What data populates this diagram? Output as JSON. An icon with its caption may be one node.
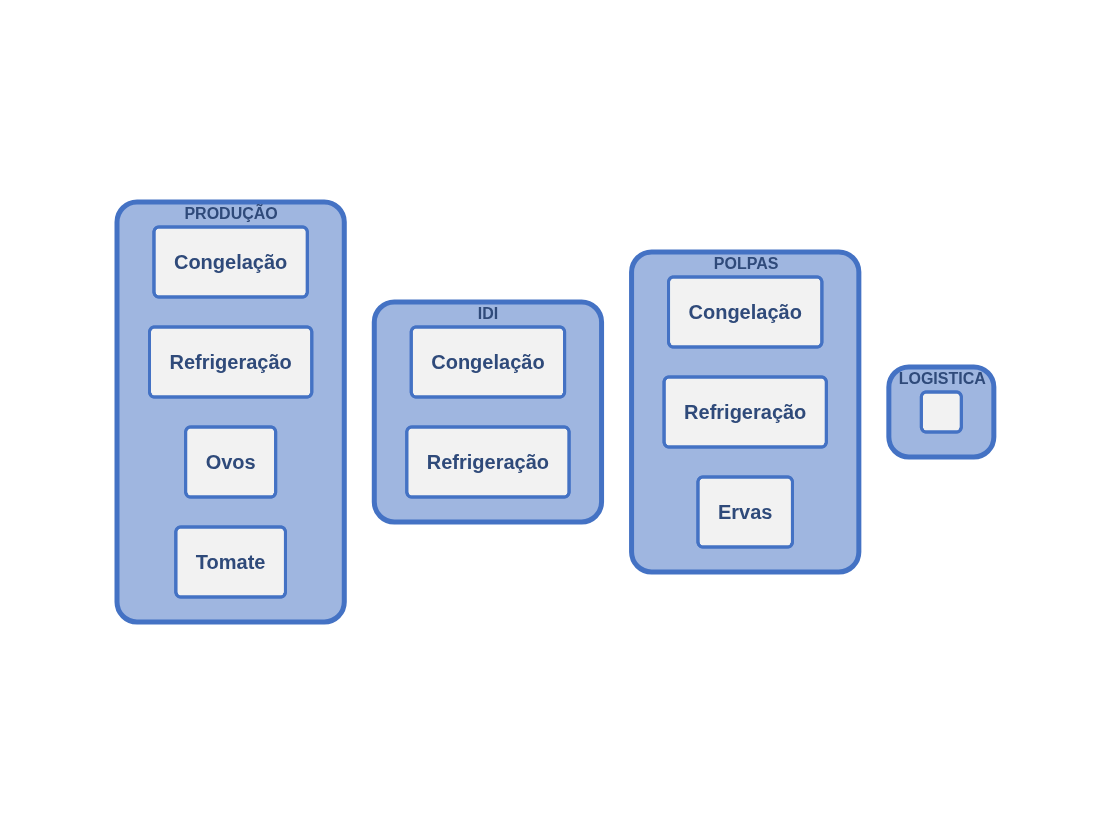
{
  "diagram": {
    "nodes": [
      {
        "text": [
          "LOGISTICA"
        ]
      },
      {
        "text": [],
        "shape": "box",
        "in": 0
      },
      {
        "text": [
          "POLPAS"
        ]
      },
      {
        "text": [
          "Congelação"
        ],
        "in": 2
      },
      {
        "text": [
          "Refrigeração"
        ],
        "in": 2
      },
      {
        "text": [
          "Ervas"
        ],
        "in": 2
      },
      {
        "text": [
          "IDI"
        ]
      },
      {
        "text": [
          "Congelação"
        ],
        "in": 6
      },
      {
        "text": [
          "Refrigeração"
        ],
        "in": 6
      },
      {
        "text": [
          "PRODUÇÃO"
        ]
      },
      {
        "text": [
          "Congelação"
        ],
        "in": 9
      },
      {
        "text": [
          "Refrigeração"
        ],
        "in": 9
      },
      {
        "text": [
          "Ovos"
        ],
        "in": 9
      },
      {
        "text": [
          "Tomate"
        ],
        "in": 9
      }
    ]
  }
}
